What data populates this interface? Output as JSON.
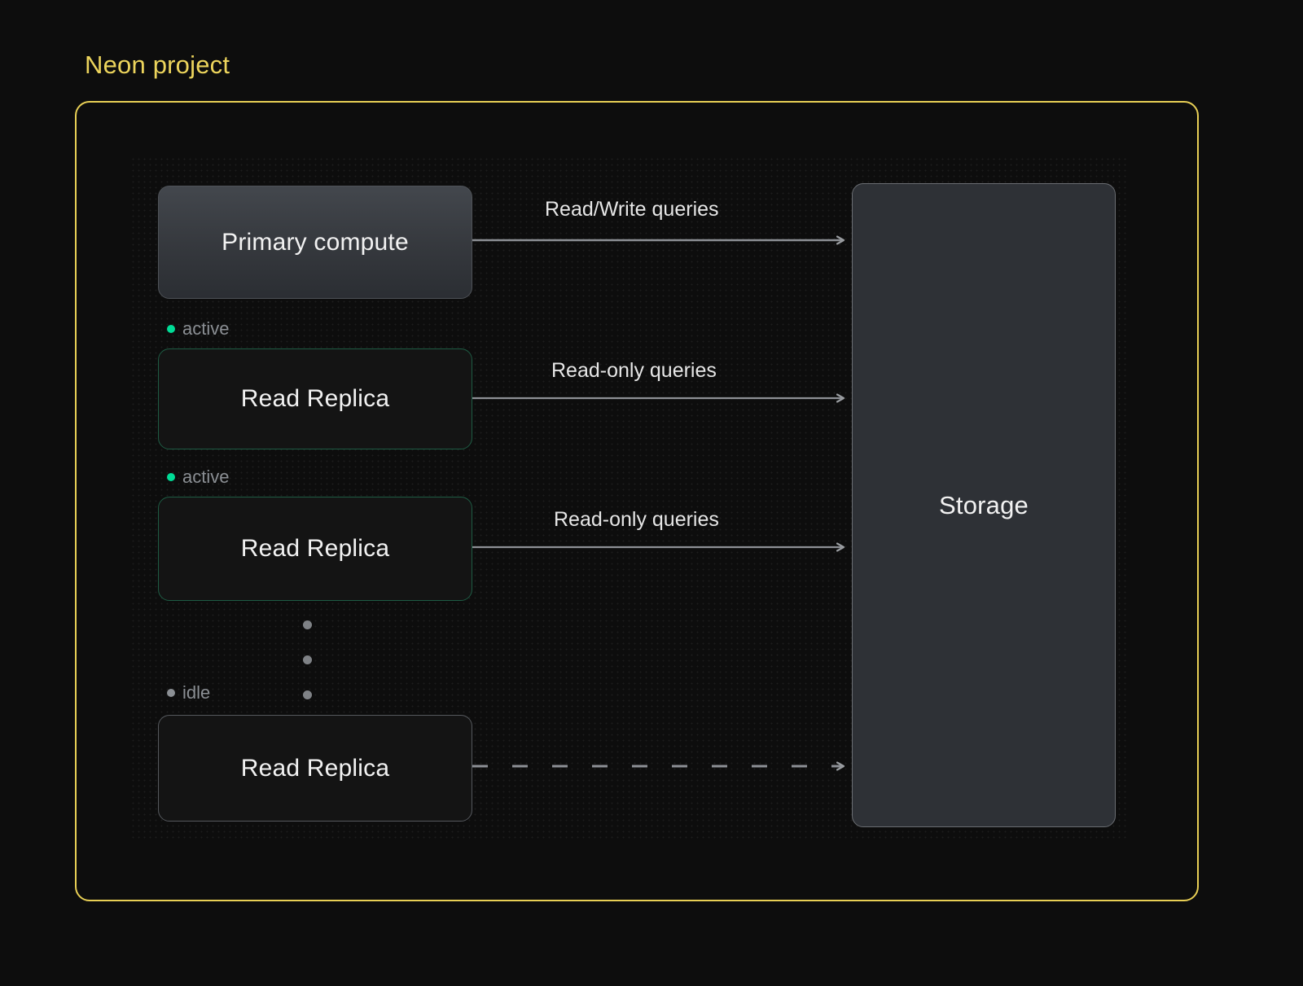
{
  "diagram": {
    "title": "Neon project",
    "title_color": "#ecd45c",
    "frame_color": "#e8cf55",
    "background_color": "#0d0d0d"
  },
  "nodes": {
    "primary": {
      "label": "Primary compute"
    },
    "replica_active_1": {
      "label": "Read Replica",
      "status": "active",
      "status_color": "#00dc96",
      "border_color": "#1e5c44"
    },
    "replica_active_2": {
      "label": "Read Replica",
      "status": "active",
      "status_color": "#00dc96",
      "border_color": "#1e5c44"
    },
    "replica_idle": {
      "label": "Read Replica",
      "status": "idle",
      "status_color": "#8b8f94",
      "border_color": "#55585d"
    },
    "storage": {
      "label": "Storage"
    }
  },
  "connectors": [
    {
      "from": "primary",
      "to": "storage",
      "label": "Read/Write queries",
      "style": "solid"
    },
    {
      "from": "replica_active_1",
      "to": "storage",
      "label": "Read-only queries",
      "style": "solid"
    },
    {
      "from": "replica_active_2",
      "to": "storage",
      "label": "Read-only queries",
      "style": "solid"
    },
    {
      "from": "replica_idle",
      "to": "storage",
      "label": "",
      "style": "dashed"
    }
  ],
  "ellipsis": {
    "count": 3,
    "meaning": "more-replicas-indicator"
  }
}
